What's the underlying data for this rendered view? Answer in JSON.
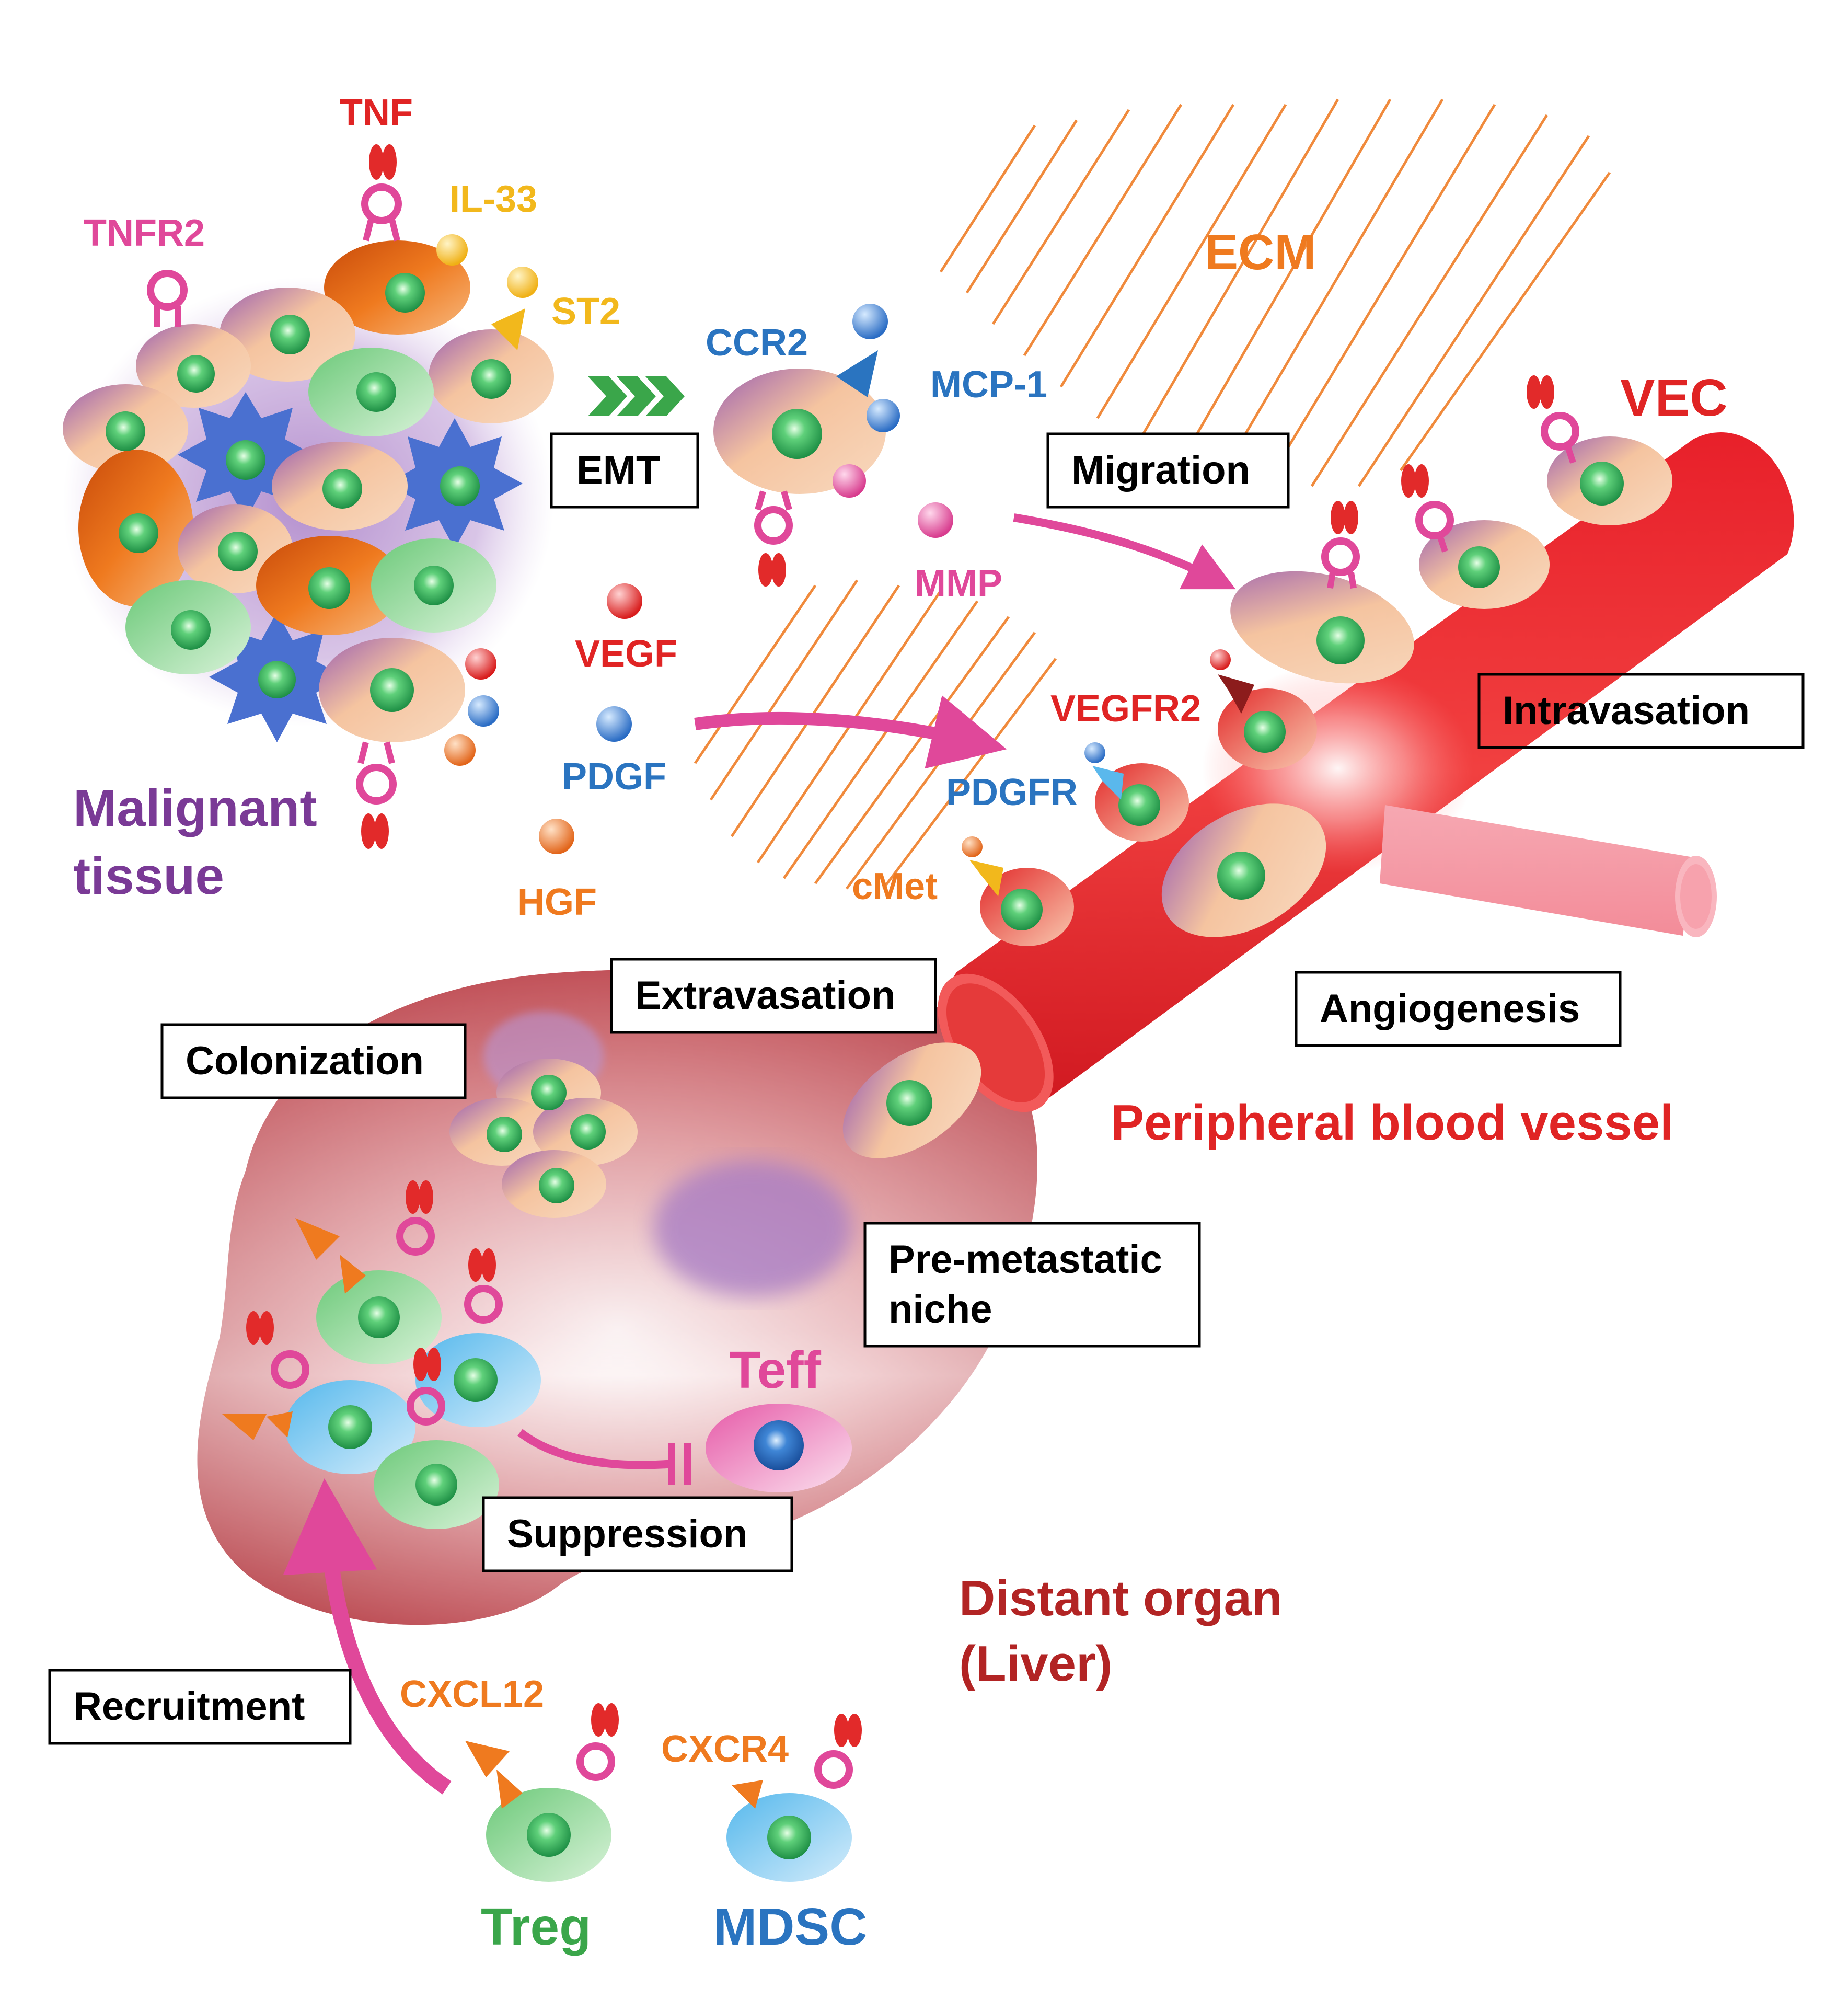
{
  "colors": {
    "red": "#e02424",
    "magenta": "#e0489a",
    "purple": "#7a3a96",
    "orange": "#ef7a1f",
    "blue": "#2a74c0",
    "yellow": "#f2b81c",
    "green": "#3aa64a",
    "dark_red": "#b22424"
  },
  "labels": {
    "tnf": "TNF",
    "tnfr2": "TNFR2",
    "il33": "IL-33",
    "st2": "ST2",
    "ccr2": "CCR2",
    "mcp1": "MCP-1",
    "ecm": "ECM",
    "vec": "VEC",
    "mmp": "MMP",
    "vegf": "VEGF",
    "pdgf": "PDGF",
    "hgf": "HGF",
    "vegfr2": "VEGFR2",
    "pdgfr": "PDGFR",
    "cmet": "cMet",
    "malignant_line1": "Malignant",
    "malignant_line2": "tissue",
    "peripheral": "Peripheral blood vessel",
    "teff": "Teff",
    "distant_line1": "Distant organ",
    "distant_line2": "(Liver)",
    "cxcl12": "CXCL12",
    "cxcr4": "CXCR4",
    "treg": "Treg",
    "mdsc": "MDSC"
  },
  "boxes": {
    "emt": "EMT",
    "migration": "Migration",
    "intravasation": "Intravasation",
    "extravasation": "Extravasation",
    "angiogenesis": "Angiogenesis",
    "colonization": "Colonization",
    "premetastatic_line1": "Pre-metastatic",
    "premetastatic_line2": "niche",
    "suppression": "Suppression",
    "recruitment": "Recruitment"
  }
}
